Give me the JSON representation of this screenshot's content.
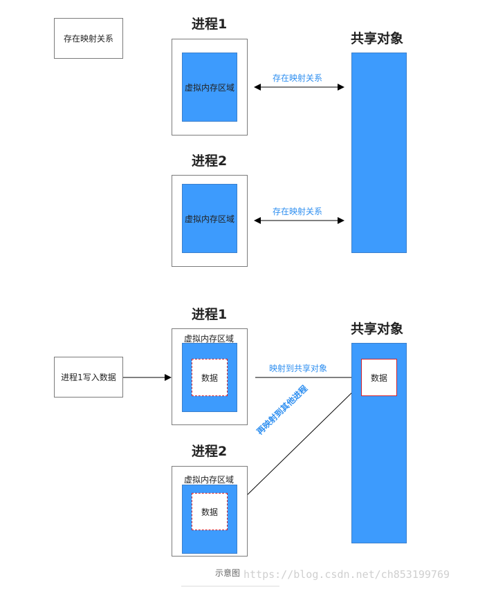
{
  "legend": {
    "text": "存在映射关系"
  },
  "top": {
    "process1": {
      "title": "进程1",
      "region": "虚拟内存区域"
    },
    "process2": {
      "title": "进程2",
      "region": "虚拟内存区域"
    },
    "shared": {
      "title": "共享对象"
    },
    "arrow1_label": "存在映射关系",
    "arrow2_label": "存在映射关系"
  },
  "bottom": {
    "write": {
      "text": "进程1写入数据"
    },
    "process1": {
      "title": "进程1",
      "region": "虚拟内存区域",
      "data": "数据"
    },
    "process2": {
      "title": "进程2",
      "region": "虚拟内存区域",
      "data": "数据"
    },
    "shared": {
      "title": "共享对象",
      "data": "数据"
    },
    "map_label": "映射到共享对象",
    "remap_label": "再映射到其他进程"
  },
  "caption": "示意图",
  "watermark": "https://blog.csdn.net/ch853199769",
  "colors": {
    "region_blue": "#3d9bfd",
    "label_blue": "#2f8ff0",
    "data_border": "#d0202a"
  }
}
